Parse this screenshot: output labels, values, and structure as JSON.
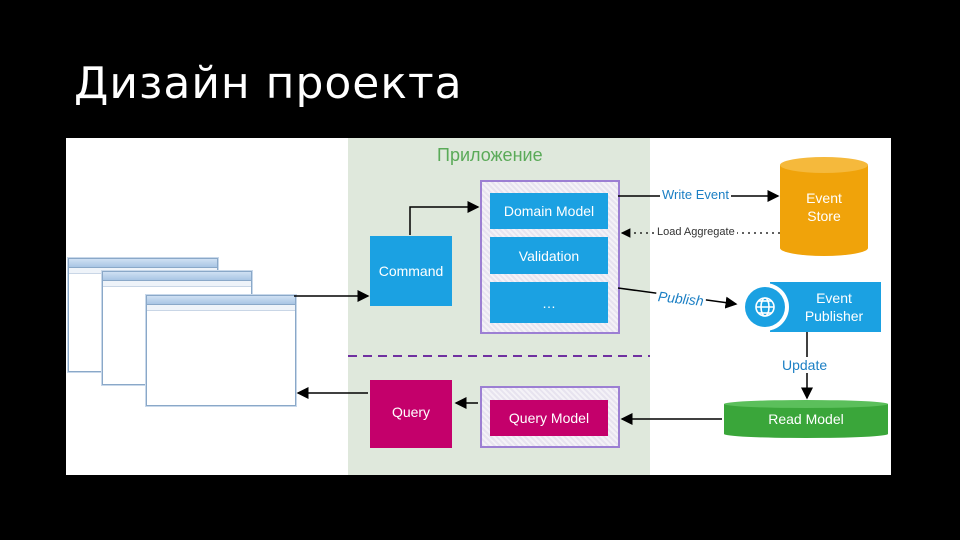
{
  "title": "Дизайн проекта",
  "diagram": {
    "app_label": "Приложение",
    "command": "Command",
    "domain_model": "Domain Model",
    "validation": "Validation",
    "ellipsis": "…",
    "query": "Query",
    "query_model": "Query Model",
    "event_store": "Event Store",
    "event_publisher": "Event Publisher",
    "read_model": "Read Model",
    "write_event": "Write Event",
    "load_aggregate": "Load Aggregate",
    "publish": "Publish",
    "update": "Update"
  },
  "colors": {
    "blue": "#1ba1e2",
    "magenta": "#c4006b",
    "orange": "#f0a30a",
    "green": "#3aa63a",
    "purple_dash": "#7030a0",
    "app_zone": "#dfe8dc"
  },
  "icons": [
    "browser-window-icon",
    "globe-icon"
  ]
}
